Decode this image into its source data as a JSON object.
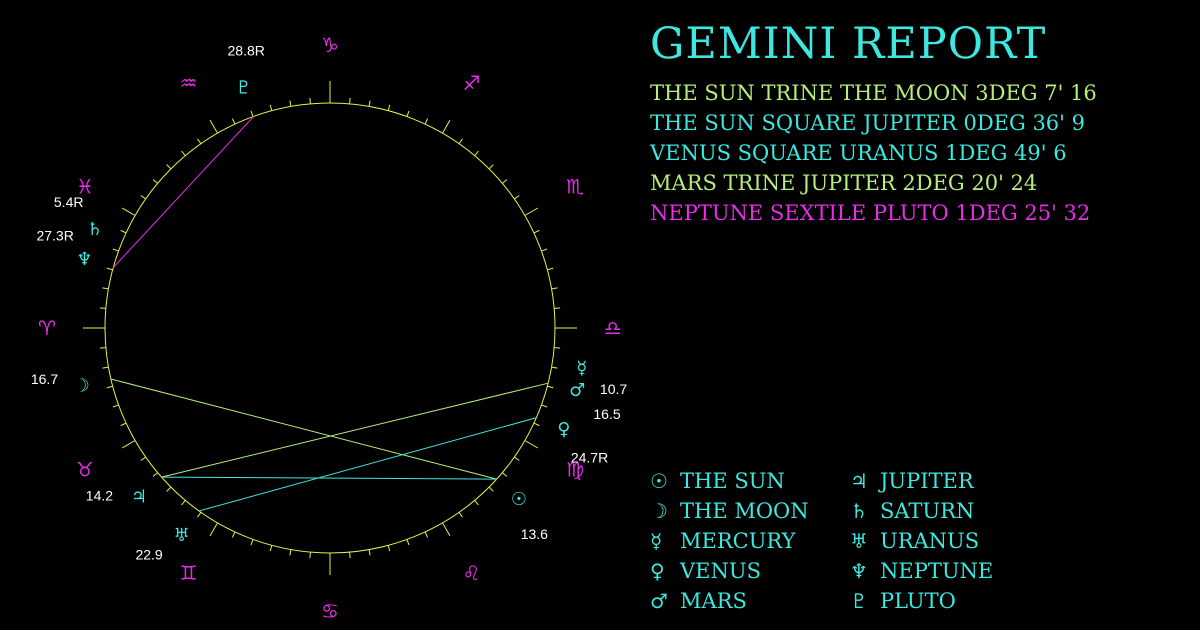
{
  "title": "GEMINI REPORT",
  "colors": {
    "background": "#000000",
    "circle": "#e6f04a",
    "zodiac": "#e82ce8",
    "planet": "#3ce8e0",
    "label": "#ffffff",
    "trine": "#b6ee7a",
    "square": "#3ce8e0",
    "sextile": "#e82ce8"
  },
  "aspects": [
    {
      "text": "THE SUN TRINE THE MOON 3DEG 7' 16",
      "color": "#b6ee7a"
    },
    {
      "text": "THE SUN SQUARE JUPITER 0DEG 36' 9",
      "color": "#3ce8e0"
    },
    {
      "text": "VENUS SQUARE URANUS 1DEG 49' 6",
      "color": "#3ce8e0"
    },
    {
      "text": "MARS TRINE JUPITER 2DEG 20' 24",
      "color": "#b6ee7a"
    },
    {
      "text": "NEPTUNE SEXTILE PLUTO 1DEG 25' 32",
      "color": "#e82ce8"
    }
  ],
  "legend": [
    {
      "glyph": "☉",
      "label": "THE SUN",
      "icon": "sun-icon"
    },
    {
      "glyph": "♃",
      "label": "JUPITER",
      "icon": "jupiter-icon"
    },
    {
      "glyph": "☽",
      "label": "THE MOON",
      "icon": "moon-icon"
    },
    {
      "glyph": "♄",
      "label": "SATURN",
      "icon": "saturn-icon"
    },
    {
      "glyph": "☿",
      "label": "MERCURY",
      "icon": "mercury-icon"
    },
    {
      "glyph": "♅",
      "label": "URANUS",
      "icon": "uranus-icon"
    },
    {
      "glyph": "♀",
      "label": "VENUS",
      "icon": "venus-icon"
    },
    {
      "glyph": "♆",
      "label": "NEPTUNE",
      "icon": "neptune-icon"
    },
    {
      "glyph": "♂",
      "label": "MARS",
      "icon": "mars-icon"
    },
    {
      "glyph": "♇",
      "label": "PLUTO",
      "icon": "pluto-icon"
    }
  ],
  "wheel": {
    "signs": [
      {
        "name": "aries",
        "glyph": "♈",
        "angle": 180
      },
      {
        "name": "taurus",
        "glyph": "♉",
        "angle": 150
      },
      {
        "name": "gemini",
        "glyph": "♊",
        "angle": 120
      },
      {
        "name": "cancer",
        "glyph": "♋",
        "angle": 90
      },
      {
        "name": "leo",
        "glyph": "♌",
        "angle": 60
      },
      {
        "name": "virgo",
        "glyph": "♍",
        "angle": 30
      },
      {
        "name": "libra",
        "glyph": "♎",
        "angle": 0
      },
      {
        "name": "scorpio",
        "glyph": "♏",
        "angle": 330
      },
      {
        "name": "sagittarius",
        "glyph": "♐",
        "angle": 300
      },
      {
        "name": "capricorn",
        "glyph": "♑",
        "angle": 270
      },
      {
        "name": "aquarius",
        "glyph": "♒",
        "angle": 240
      },
      {
        "name": "pisces",
        "glyph": "♓",
        "angle": 210
      }
    ],
    "planets": [
      {
        "name": "sun",
        "glyph": "☉",
        "angle": 42.2,
        "degree": "13.6"
      },
      {
        "name": "moon",
        "glyph": "☽",
        "angle": 166.9,
        "degree": "16.7"
      },
      {
        "name": "mercury",
        "glyph": "☿",
        "angle": 9.1,
        "degree": "10.7"
      },
      {
        "name": "venus",
        "glyph": "♀",
        "angle": 23.5,
        "degree": "24.7R"
      },
      {
        "name": "mars",
        "glyph": "♂",
        "angle": 14.2,
        "degree": "16.5"
      },
      {
        "name": "jupiter",
        "glyph": "♃",
        "angle": 138.5,
        "degree": ""
      },
      {
        "name": "saturn",
        "glyph": "♄",
        "angle": 202.7,
        "degree": "5.4R"
      },
      {
        "name": "uranus",
        "glyph": "♅",
        "angle": 125.6,
        "degree": "22.9"
      },
      {
        "name": "neptune",
        "glyph": "♆",
        "angle": 195.6,
        "degree": "27.3R"
      },
      {
        "name": "pluto",
        "glyph": "♇",
        "angle": 250.2,
        "degree": "28.8R"
      }
    ],
    "extra_labels": [
      {
        "text": "14.2",
        "angle": 144,
        "name": "degree-label-jupiter"
      }
    ],
    "aspect_lines": [
      {
        "from": 42.2,
        "to": 166.9,
        "type": "trine"
      },
      {
        "from": 42.2,
        "to": 138.5,
        "type": "square"
      },
      {
        "from": 23.5,
        "to": 125.6,
        "type": "square"
      },
      {
        "from": 14.2,
        "to": 138.5,
        "type": "trine"
      },
      {
        "from": 195.6,
        "to": 250.2,
        "type": "sextile"
      }
    ]
  }
}
